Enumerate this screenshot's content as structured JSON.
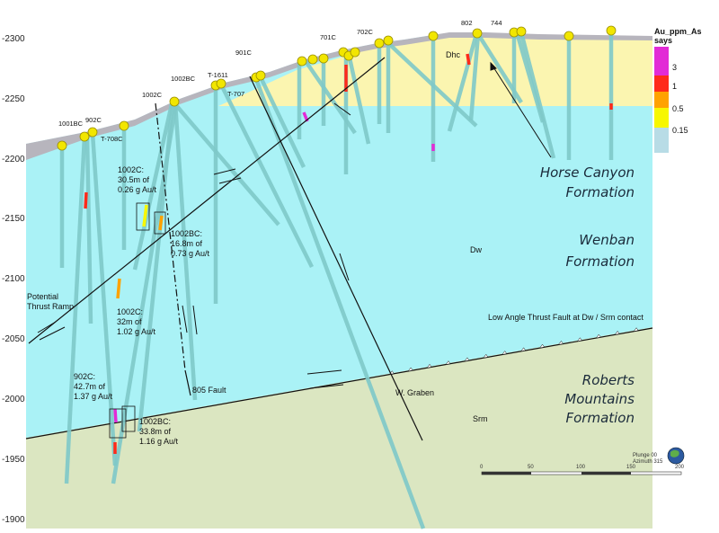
{
  "y_axis": {
    "ticks": [
      "2300",
      "2250",
      "2200",
      "2150",
      "2100",
      "2050",
      "2000",
      "1950",
      "1900"
    ],
    "prefix": "-"
  },
  "legend": {
    "title_line1": "Au_ppm_As",
    "title_line2": "says",
    "levels": [
      {
        "label": "3",
        "color": "#e22bd6"
      },
      {
        "label": "1",
        "color": "#ff2a1a"
      },
      {
        "label": "0.5",
        "color": "#ffa200"
      },
      {
        "label": "0.15",
        "color": "#f7f700"
      },
      {
        "label": "",
        "color": "#b8dce6"
      }
    ]
  },
  "colors": {
    "wenban": "#aaf2f6",
    "horse_canyon": "#fbf5b0",
    "roberts_mountains": "#dbe6c1",
    "surface": "#b7b5bd",
    "drillhole": "#7fc9c9",
    "collar": "#f2e600"
  },
  "formations": {
    "horse_canyon": [
      "Horse Canyon",
      "Formation"
    ],
    "wenban": [
      "Wenban",
      "Formation"
    ],
    "roberts_mountains": [
      "Roberts",
      "Mountains",
      "Formation"
    ]
  },
  "units": {
    "dhc": "Dhc",
    "dw": "Dw",
    "srm": "Srm"
  },
  "hole_labels": {
    "h1001bc": "1001BC",
    "h902c": "902C",
    "ht708c": "T-708C",
    "h1002c": "1002C",
    "h1002bc": "1002BC",
    "ht1611": "T-1611",
    "ht707": "T-707",
    "h901c": "901C",
    "h701c": "701C",
    "h702c": "702C",
    "h802": "802",
    "h744": "744"
  },
  "intercepts": {
    "i1002c_a": [
      "1002C:",
      "30.5m of",
      "0.26 g Au/t"
    ],
    "i1002bc_a": [
      "1002BC:",
      "16.8m of",
      "0.73 g Au/t"
    ],
    "i1002c_b": [
      "1002C:",
      "32m of",
      "1.02 g Au/t"
    ],
    "i902c": [
      "902C:",
      "42.7m of",
      "1.37 g Au/t"
    ],
    "i1002bc_b": [
      "1002BC:",
      "33.8m of",
      "1.16 g Au/t"
    ]
  },
  "annotations": {
    "thrust_ramp": [
      "Potential",
      "Thrust Ramp"
    ],
    "low_angle": "Low Angle Thrust Fault at Dw / Srm contact",
    "fault805": "805 Fault",
    "wgraben": "W. Graben"
  },
  "scale_bar": {
    "ticks": [
      "0",
      "50",
      "100",
      "150",
      "200"
    ],
    "plunge": "Plunge 00",
    "azimuth": "Azimuth 315"
  }
}
